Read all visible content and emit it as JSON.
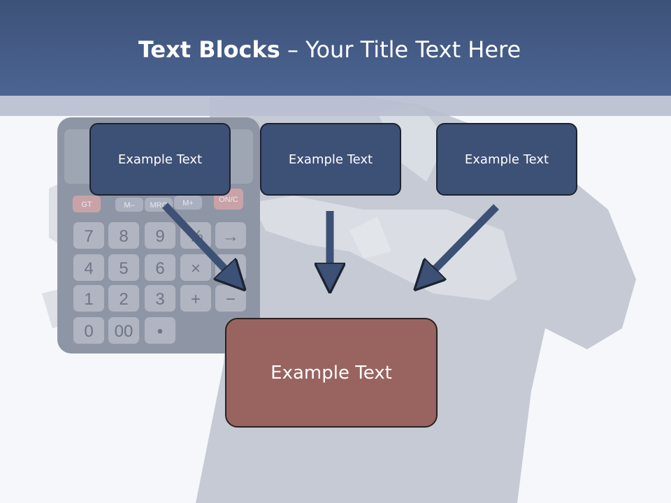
{
  "title": {
    "bold": "Text Blocks",
    "separator": " – ",
    "rest": "Your Title Text Here"
  },
  "blocks": [
    {
      "label": "Example Text"
    },
    {
      "label": "Example Text"
    },
    {
      "label": "Example Text"
    }
  ],
  "main_block": {
    "label": "Example Text"
  },
  "calculator": {
    "top_keys": [
      "GT",
      "M–",
      "MRC",
      "M+",
      "ON/C"
    ],
    "keys": [
      "7",
      "8",
      "9",
      "%",
      "→",
      "4",
      "5",
      "6",
      "×",
      "÷",
      "1",
      "2",
      "3",
      "+",
      "−",
      "0",
      "00",
      "•"
    ]
  },
  "colors": {
    "header": "#4b6493",
    "block_fill": "#3d5075",
    "main_fill": "#996460",
    "arrow": "#3d5075"
  }
}
